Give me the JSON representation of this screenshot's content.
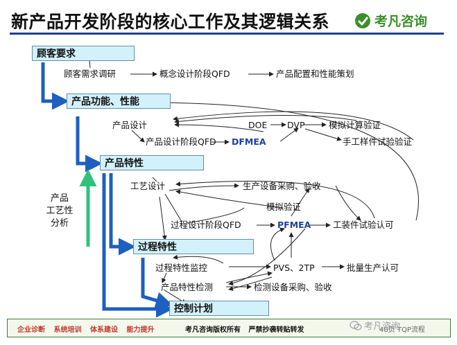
{
  "title": "新产品开发阶段的核心工作及其逻辑关系",
  "brand": {
    "name": "考凡咨询",
    "color": "#3b8f2a"
  },
  "boxes": {
    "customer": "顾客要求",
    "product_function": "产品功能、性能",
    "product_char": "产品特性",
    "process_char": "过程特性",
    "control_plan": "控制计划"
  },
  "steps": {
    "customer_research": "顾客需求调研",
    "concept_qfd": "概念设计阶段QFD",
    "config_planning": "产品配置和性能策划",
    "product_design": "产品设计",
    "doe": "DOE",
    "dvp": "DVP",
    "sim_verify": "模拟计算验证",
    "manual_sample": "手工样件试验验证",
    "product_design_qfd": "产品设计阶段QFD",
    "dfmea": "DFMEA",
    "process_design": "工艺设计",
    "equip_purchase": "生产设备采购、验收",
    "sim_check": "模拟验证",
    "process_design_qfd": "过程设计阶段QFD",
    "pfmea": "PFMEA",
    "tooling_approval": "工装件试验认可",
    "process_monitor": "过程特性监控",
    "pvs_2tp": "PVS、2TP",
    "mass_approval": "批量生产认可",
    "product_inspect": "产品特性检测",
    "inspect_equip": "检测设备采购、验收"
  },
  "side_label": [
    "产品",
    "工艺性",
    "分析"
  ],
  "footer": {
    "services": [
      "企业诊断",
      "系统培训",
      "体系建设",
      "能力提升"
    ],
    "copyright": [
      "考凡咨询版权所有",
      "严禁抄袭转贴转发"
    ],
    "page": "48页",
    "tag": "TQP流程"
  },
  "watermark": "考凡咨询",
  "colors": {
    "flow_arrow": "#1f5fbf",
    "feedback_arrow": "#2ec27e",
    "box_fill": "#d3f1fb",
    "title_rule": "#1f3f8f"
  }
}
